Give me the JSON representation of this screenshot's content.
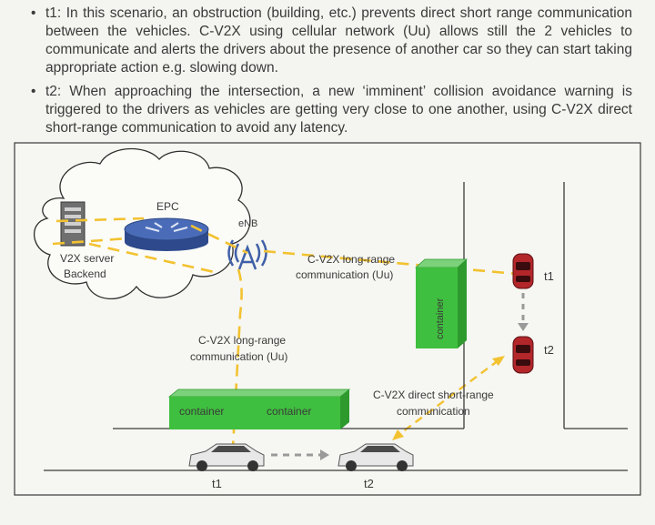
{
  "bullets": [
    {
      "marker": "•",
      "text": "t1: In this scenario, an obstruction (building, etc.) prevents direct short range communication between the vehicles. C-V2X using cellular network (Uu) allows still the 2 vehicles to communicate and alerts the drivers about the presence of another car so they can start taking appropriate action e.g. slowing down."
    },
    {
      "marker": "•",
      "text": "t2: When approaching the intersection, a new ‘imminent’ collision avoidance warning is triggered to the drivers as vehicles are getting very close to one another, using C-V2X direct short-range communication to avoid any latency."
    }
  ],
  "diagram": {
    "server_label_1": "V2X server",
    "server_label_2": "Backend",
    "epc_label": "EPC",
    "enb_label": "eNB",
    "long_range_label_1": "C-V2X long-range",
    "long_range_label_2": "communication (Uu)",
    "long_range_down_label_1": "C-V2X long-range",
    "long_range_down_label_2": "communication (Uu)",
    "short_range_label_1": "C-V2X direct short-range",
    "short_range_label_2": "communication",
    "container_vertical": "container",
    "container_h_left": "container",
    "container_h_right": "container",
    "time_right_1": "t1",
    "time_right_2": "t2",
    "time_bottom_1": "t1",
    "time_bottom_2": "t2",
    "colors": {
      "link": "#f2c230",
      "container": "#3fbf3f",
      "container_dark": "#2e9a2e",
      "router": "#3f5fa8",
      "car_red": "#b3262a",
      "car_white": "#e8e8e8"
    }
  }
}
